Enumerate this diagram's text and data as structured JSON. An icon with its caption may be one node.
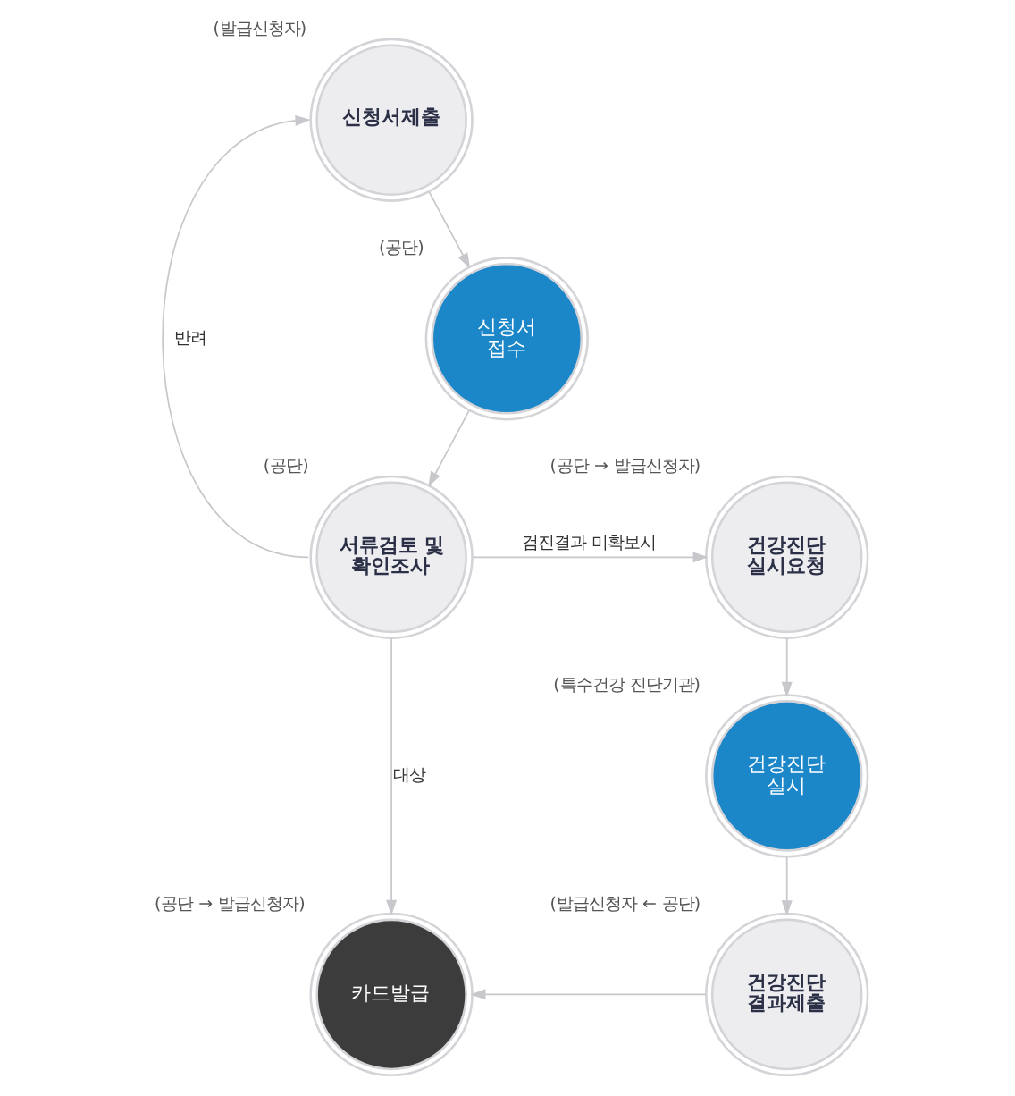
{
  "diagram": {
    "nodes": [
      {
        "text": [
          "신청서제출"
        ],
        "beside": [
          "(발급신청자)"
        ]
      },
      {
        "text": [
          "신청서 접수"
        ],
        "beside": [
          "(공단)"
        ]
      },
      {
        "text": [
          "서류검토 및 확인조사"
        ],
        "beside": [
          "(공단)"
        ]
      },
      {
        "text": [
          "건강진단 실시요청"
        ],
        "beside": [
          "(공단 → 발급신청자)"
        ]
      },
      {
        "text": [
          "건강진단 실시"
        ],
        "beside": [
          "(특수건강 진단기관)"
        ]
      },
      {
        "text": [
          "건강진단 결과제출"
        ],
        "beside": [
          "(발급신청자 ← 공단)"
        ]
      },
      {
        "text": [
          "카드발급"
        ],
        "beside": [
          "(공단 → 발급신청자)"
        ]
      }
    ],
    "edges": [
      {
        "from": 0,
        "to": 1,
        "arrow": "to"
      },
      {
        "from": 1,
        "to": 2,
        "arrow": "to"
      },
      {
        "from": 2,
        "to": 0,
        "arrow": "to",
        "label": "반려"
      },
      {
        "from": 2,
        "to": 3,
        "arrow": "to",
        "label": "검진결과 미확보시"
      },
      {
        "from": 3,
        "to": 4,
        "arrow": "to"
      },
      {
        "from": 4,
        "to": 5,
        "arrow": "to"
      },
      {
        "from": 5,
        "to": 6,
        "arrow": "to"
      },
      {
        "from": 2,
        "to": 6,
        "arrow": "to",
        "label": "대상"
      }
    ]
  }
}
